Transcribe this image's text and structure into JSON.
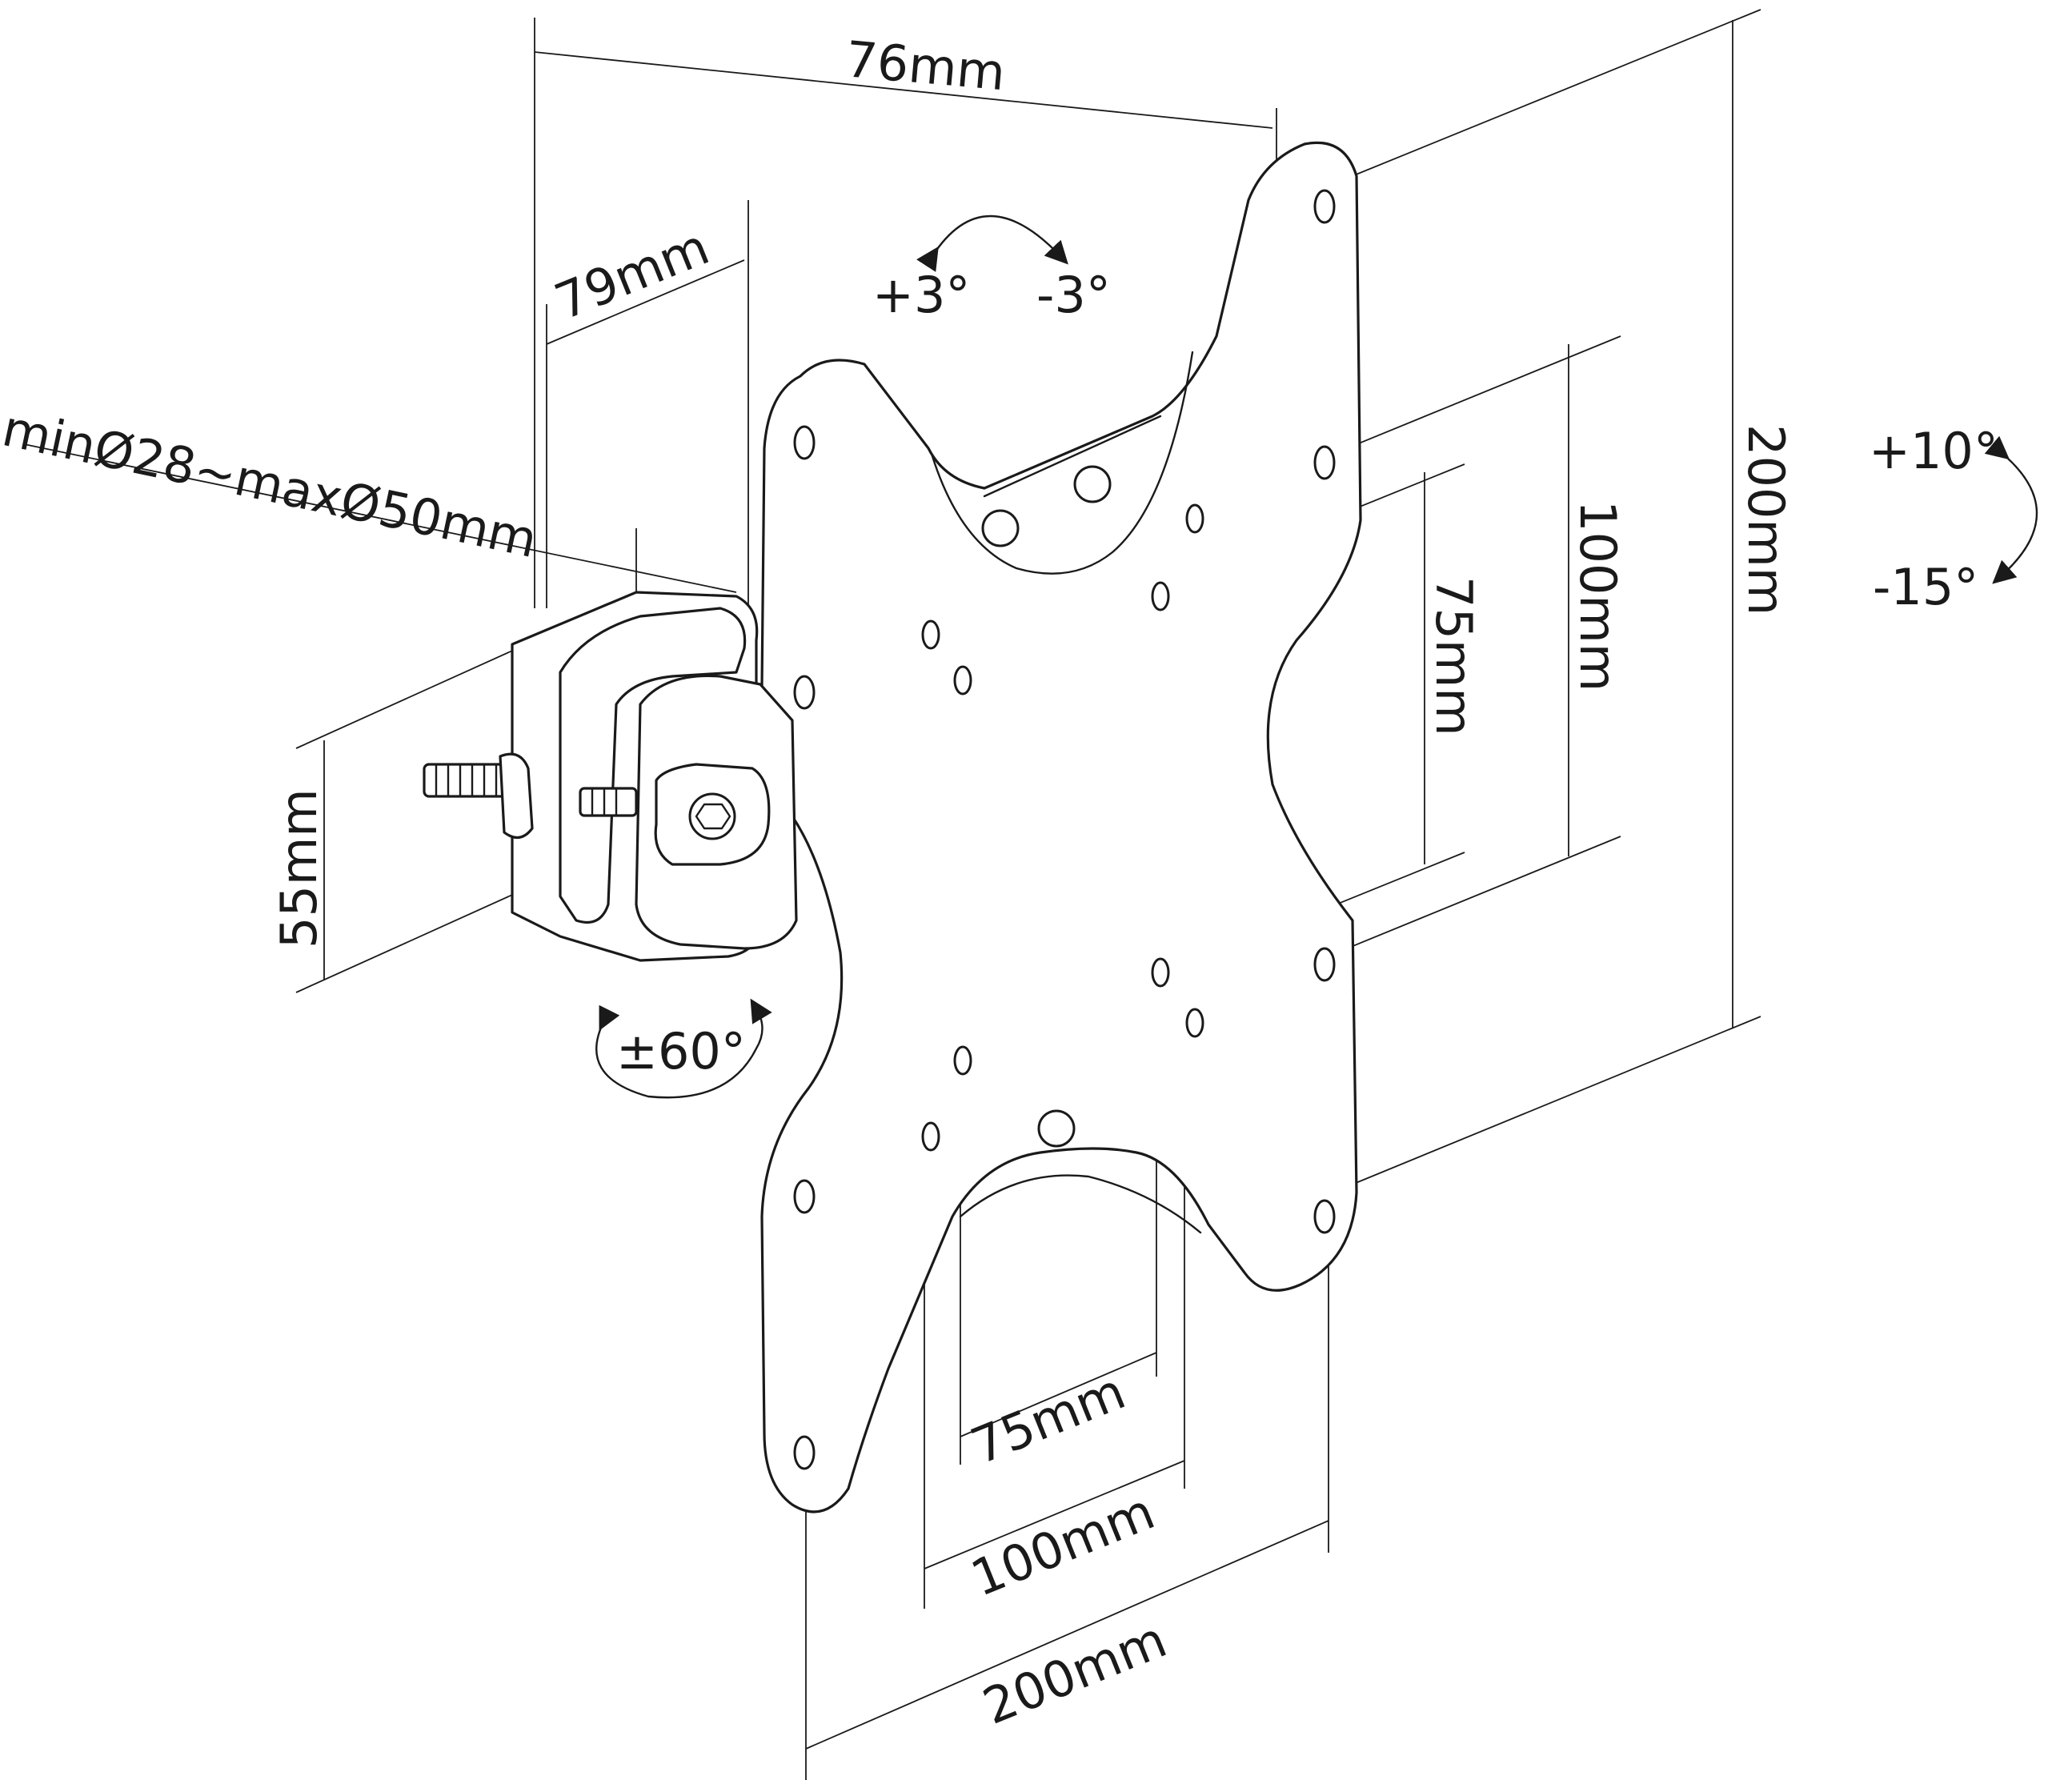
{
  "diagram": {
    "labels": {
      "width_76": "76mm",
      "depth_79": "79mm",
      "pipe_diameter": "minØ28~maxØ50mm",
      "height_55": "55mm",
      "swivel": "±60°",
      "rotate_plus": "+3°",
      "rotate_minus": "-3°",
      "tilt_plus": "+10°",
      "tilt_minus": "-15°",
      "vesa_h_200": "200mm",
      "vesa_h_100": "100mm",
      "vesa_h_75": "75mm",
      "vesa_w_75": "75mm",
      "vesa_w_100": "100mm",
      "vesa_w_200": "200mm"
    }
  }
}
